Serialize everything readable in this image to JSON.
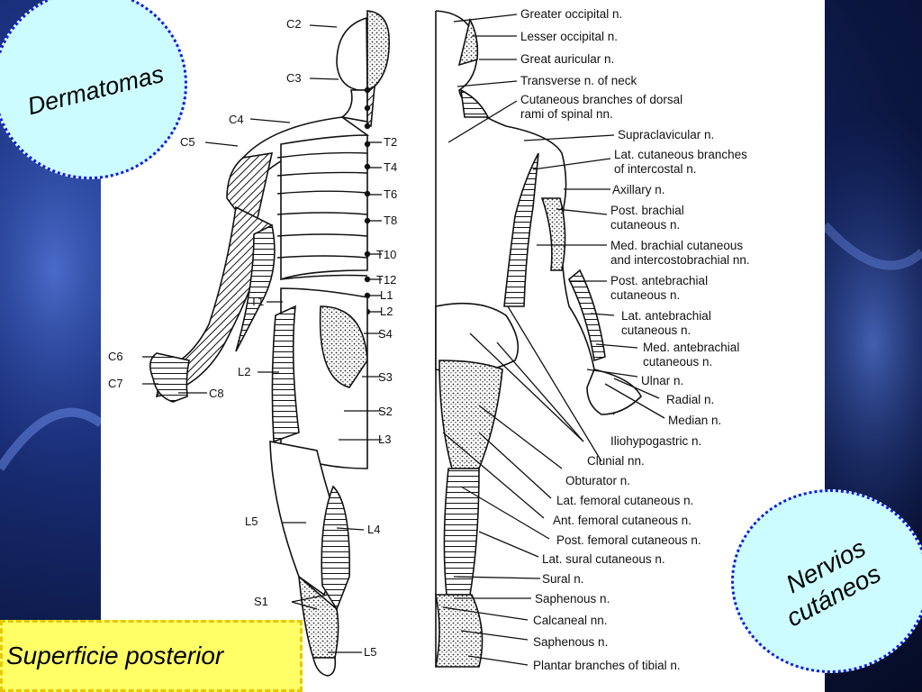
{
  "bubbles": {
    "dermatomas": "Dermatomas",
    "nervios_line1": "Nervios",
    "nervios_line2": "cutáneos"
  },
  "footer_title": "Superficie posterior",
  "dermatome_labels": {
    "c2": "C2",
    "c3": "C3",
    "c4": "C4",
    "c5": "C5",
    "t2": "T2",
    "t4": "T4",
    "t6": "T6",
    "t8": "T8",
    "t10": "T10",
    "t12": "T12",
    "l1": "L1",
    "l2": "L2",
    "s4": "S4",
    "t1": "T1",
    "c6": "C6",
    "c7": "C7",
    "c8": "C8",
    "l2b": "L2",
    "s3": "S3",
    "s2": "S2",
    "l3": "L3",
    "l5": "L5",
    "l4": "L4",
    "s1": "S1",
    "l5b": "L5"
  },
  "nerve_labels": [
    "Greater occipital n.",
    "Lesser occipital n.",
    "Great auricular n.",
    "Transverse n. of neck",
    "Cutaneous branches of dorsal",
    "rami of spinal nn.",
    "Supraclavicular n.",
    "Lat. cutaneous branches",
    "of intercostal n.",
    "Axillary n.",
    "Post. brachial",
    "cutaneous n.",
    "Med. brachial cutaneous",
    "and intercostobrachial nn.",
    "Post. antebrachial",
    "cutaneous n.",
    "Lat. antebrachial",
    "cutaneous n.",
    "Med. antebrachial",
    "cutaneous n.",
    "Ulnar n.",
    "Radial n.",
    "Median n.",
    "Iliohypogastric n.",
    "Clunial nn.",
    "Obturator n.",
    "Lat. femoral cutaneous n.",
    "Ant. femoral cutaneous n.",
    "Post. femoral cutaneous n.",
    "Lat. sural cutaneous n.",
    "Sural n.",
    "Saphenous n.",
    "Calcaneal nn.",
    "Saphenous n.",
    "Plantar branches of tibial n."
  ],
  "colors": {
    "bubble_fill": "#ccfcff",
    "bubble_border": "#1a1ad8",
    "footer_fill": "#ffff66",
    "background": "#1a2f7a"
  }
}
